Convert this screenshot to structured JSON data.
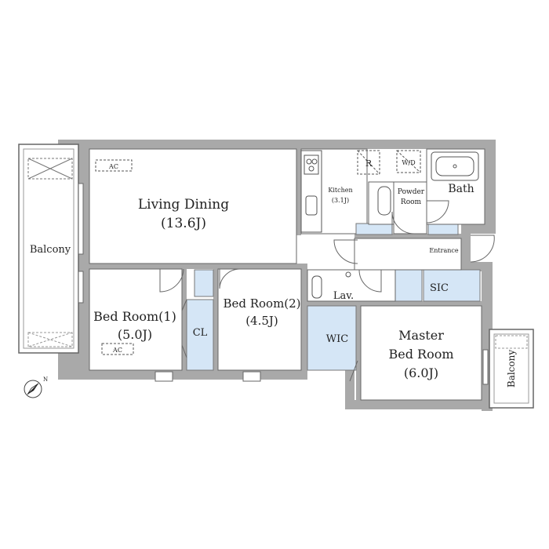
{
  "colors": {
    "wall": "#a9a9a9",
    "storage": "#d5e6f6",
    "line": "#666666",
    "text": "#222222"
  },
  "rooms": {
    "living_dining": {
      "name": "Living Dining",
      "size": "(13.6J)"
    },
    "kitchen": {
      "name": "Kitchen",
      "size": "(3.1J)"
    },
    "powder_room": {
      "line1": "Powder",
      "line2": "Room"
    },
    "bath": {
      "name": "Bath"
    },
    "entrance": {
      "name": "Entrance"
    },
    "lav": {
      "name": "Lav."
    },
    "sic": {
      "name": "SIC"
    },
    "wic": {
      "name": "WIC"
    },
    "cl": {
      "name": "CL"
    },
    "bed_room_1": {
      "name": "Bed Room(1)",
      "size": "(5.0J)"
    },
    "bed_room_2": {
      "name": "Bed Room(2)",
      "size": "(4.5J)"
    },
    "master": {
      "line1": "Master",
      "line2": "Bed Room",
      "size": "(6.0J)"
    },
    "balcony_left": {
      "name": "Balcony"
    },
    "balcony_right": {
      "name": "Balcony"
    }
  },
  "fixtures": {
    "ac_living": "AC",
    "ac_bed1": "AC",
    "refrigerator": "R",
    "washer": "W/D"
  },
  "compass": {
    "label": "N",
    "icon": "north-arrow-icon"
  }
}
